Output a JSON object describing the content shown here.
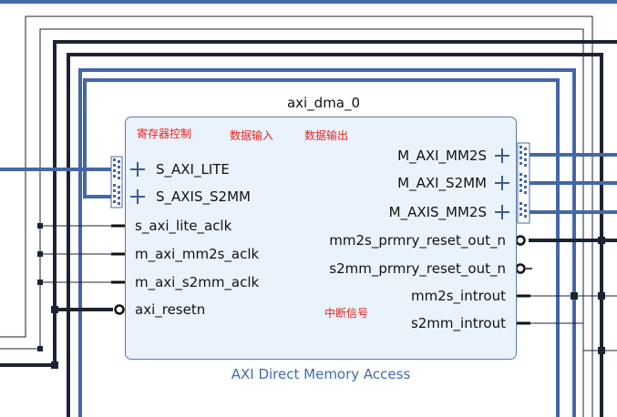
{
  "block": {
    "instance_name": "axi_dma_0",
    "ip_name": "AXI Direct Memory Access",
    "left_ports": [
      {
        "label": "S_AXI_LITE",
        "kind": "bus"
      },
      {
        "label": "S_AXIS_S2MM",
        "kind": "bus"
      },
      {
        "label": "s_axi_lite_aclk",
        "kind": "pin"
      },
      {
        "label": "m_axi_mm2s_aclk",
        "kind": "pin"
      },
      {
        "label": "m_axi_s2mm_aclk",
        "kind": "pin"
      },
      {
        "label": "axi_resetn",
        "kind": "pin-inverted"
      }
    ],
    "right_ports": [
      {
        "label": "M_AXI_MM2S",
        "kind": "bus"
      },
      {
        "label": "M_AXI_S2MM",
        "kind": "bus"
      },
      {
        "label": "M_AXIS_MM2S",
        "kind": "bus"
      },
      {
        "label": "mm2s_prmry_reset_out_n",
        "kind": "pin-inverted"
      },
      {
        "label": "s2mm_prmry_reset_out_n",
        "kind": "pin-inverted"
      },
      {
        "label": "mm2s_introut",
        "kind": "pin"
      },
      {
        "label": "s2mm_introut",
        "kind": "pin"
      }
    ]
  },
  "annotations": {
    "register_control": "寄存器控制",
    "data_input": "数据输入",
    "data_output": "数据输出",
    "interrupt_signal": "中断信号"
  },
  "colors": {
    "bus_wire": "#4467a8",
    "signal_wire": "#1c2333",
    "block_fill": "#eaf3fc",
    "block_border": "#5a7aa8",
    "ip_name_text": "#3f6db0",
    "annotation": "#e8231f"
  }
}
